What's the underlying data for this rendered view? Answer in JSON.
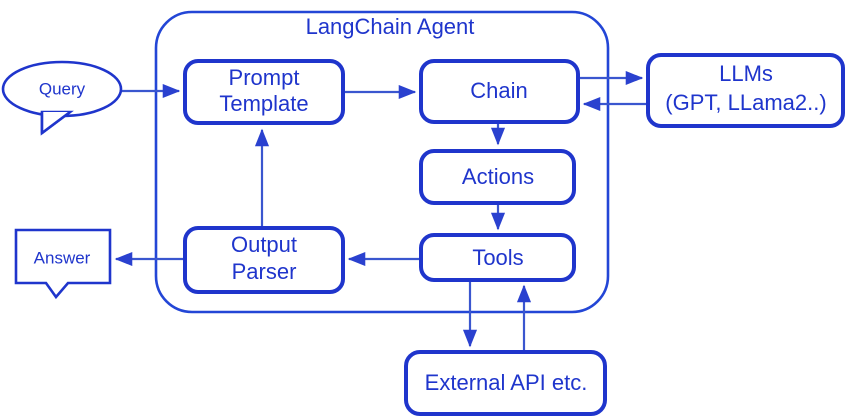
{
  "diagram": {
    "title": "LangChain Agent",
    "theme": {
      "stroke": "#1f35cc",
      "arrow": "#3a56cf",
      "group_stroke": "#2346d6",
      "background": "#ffffff",
      "text": "#1f35cc"
    },
    "group": {
      "label": "LangChain Agent",
      "name": "langchain-agent-group"
    },
    "nodes": {
      "query": {
        "label": "Query",
        "shape": "speech-ellipse"
      },
      "prompt_template_line1": {
        "label": "Prompt"
      },
      "prompt_template_line2": {
        "label": "Template"
      },
      "chain": {
        "label": "Chain",
        "shape": "rounded-rect"
      },
      "llms_line1": {
        "label": "LLMs"
      },
      "llms_line2": {
        "label": "(GPT, LLama2..)"
      },
      "actions": {
        "label": "Actions",
        "shape": "rounded-rect"
      },
      "tools": {
        "label": "Tools",
        "shape": "rounded-rect"
      },
      "output_parser_line1": {
        "label": "Output"
      },
      "output_parser_line2": {
        "label": "Parser"
      },
      "answer": {
        "label": "Answer",
        "shape": "speech-rect"
      },
      "external_api": {
        "label": "External API etc.",
        "shape": "rounded-rect"
      }
    },
    "edges": [
      {
        "from": "Query",
        "to": "Prompt Template",
        "name": "edge-query-to-prompt-template"
      },
      {
        "from": "Prompt Template",
        "to": "Chain",
        "name": "edge-prompt-template-to-chain"
      },
      {
        "from": "Chain",
        "to": "LLMs",
        "name": "edge-chain-to-llms"
      },
      {
        "from": "LLMs",
        "to": "Chain",
        "name": "edge-llms-to-chain"
      },
      {
        "from": "Chain",
        "to": "Actions",
        "name": "edge-chain-to-actions"
      },
      {
        "from": "Actions",
        "to": "Tools",
        "name": "edge-actions-to-tools"
      },
      {
        "from": "Tools",
        "to": "Output Parser",
        "name": "edge-tools-to-output-parser"
      },
      {
        "from": "Output Parser",
        "to": "Prompt Template",
        "name": "edge-output-parser-to-prompt-template"
      },
      {
        "from": "Output Parser",
        "to": "Answer",
        "name": "edge-output-parser-to-answer"
      },
      {
        "from": "Tools",
        "to": "External API etc.",
        "name": "edge-tools-to-external-api"
      },
      {
        "from": "External API etc.",
        "to": "Tools",
        "name": "edge-external-api-to-tools"
      }
    ]
  }
}
